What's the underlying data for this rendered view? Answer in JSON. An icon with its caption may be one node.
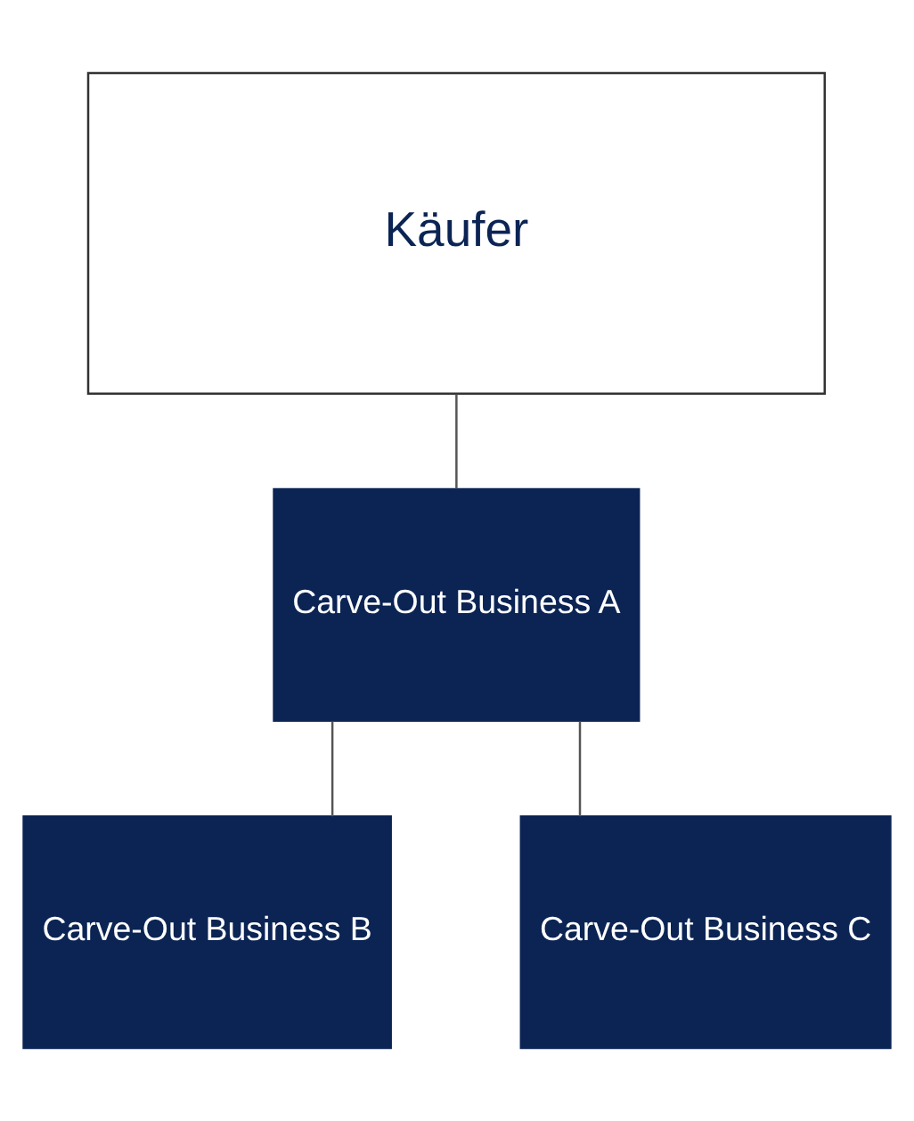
{
  "diagram": {
    "nodes": [
      {
        "text": [
          "Käufer"
        ]
      },
      {
        "text": [
          "Carve-Out Business A"
        ]
      },
      {
        "text": [
          "Carve-Out Business B"
        ]
      },
      {
        "text": [
          "Carve-Out Business C"
        ]
      }
    ],
    "edges": [
      {
        "from": 0,
        "to": 1,
        "arrow": "none"
      },
      {
        "from": 1,
        "to": 2,
        "arrow": "none"
      },
      {
        "from": 1,
        "to": 3,
        "arrow": "none"
      }
    ]
  }
}
